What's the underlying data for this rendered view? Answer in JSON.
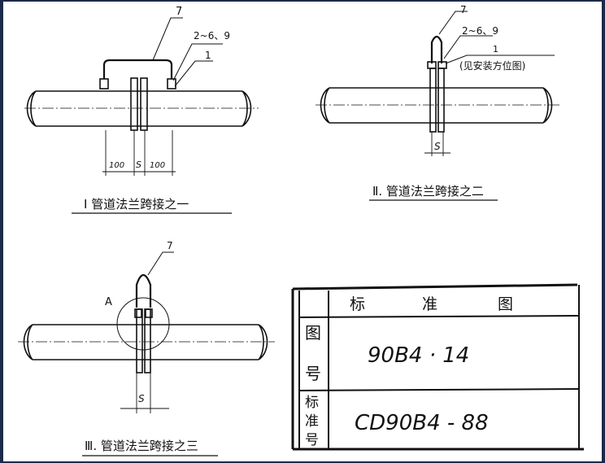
{
  "figure1": {
    "part_number": "7",
    "part_range": "2~6、9",
    "part_one": "1",
    "dim_left": "100",
    "dim_mid": "S",
    "dim_right": "100",
    "caption": "Ⅰ 管道法兰跨接之一"
  },
  "figure2": {
    "part_number": "7",
    "part_range": "2~6、9",
    "part_one": "1",
    "note": "(见安装方位图)",
    "dim_mid": "S",
    "caption": "Ⅱ. 管道法兰跨接之二"
  },
  "figure3": {
    "part_number": "7",
    "detail_mark": "A",
    "dim_mid": "S",
    "caption": "Ⅲ. 管道法兰跨接之三"
  },
  "title_block": {
    "header": [
      "标",
      "准",
      "图"
    ],
    "row1_label": [
      "图",
      "号"
    ],
    "row1_value": "90B4 · 14",
    "row2_label": [
      "标",
      "准",
      "号"
    ],
    "row2_value": "CD90B4 - 88"
  }
}
